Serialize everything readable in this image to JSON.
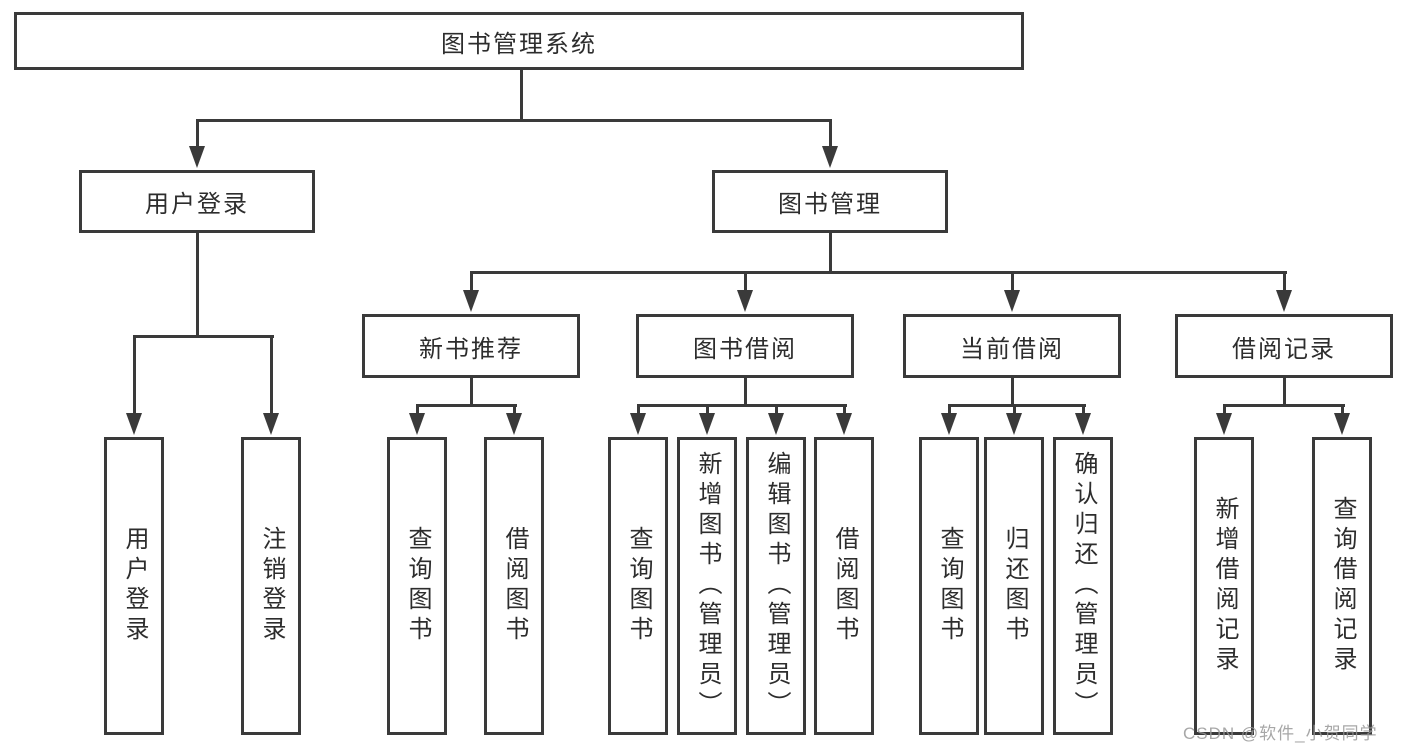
{
  "nodes": {
    "root": "图书管理系统",
    "user_login": "用户登录",
    "book_management": "图书管理",
    "new_book_recommend": "新书推荐",
    "book_borrow": "图书借阅",
    "current_borrow": "当前借阅",
    "borrow_records": "借阅记录"
  },
  "leaves": {
    "user_login": [
      "用户登录",
      "注销登录"
    ],
    "new_book_recommend": [
      "查询图书",
      "借阅图书"
    ],
    "book_borrow": [
      "查询图书",
      "新增图书（管理员）",
      "编辑图书（管理员）",
      "借阅图书"
    ],
    "current_borrow": [
      "查询图书",
      "归还图书",
      "确认归还（管理员）"
    ],
    "borrow_records": [
      "新增借阅记录",
      "查询借阅记录"
    ]
  },
  "watermark": "CSDN @软件_小贺同学",
  "colors": {
    "line": "#3a3a3a",
    "text": "#2d2d2d",
    "background": "#ffffff",
    "watermark": "#989898"
  }
}
